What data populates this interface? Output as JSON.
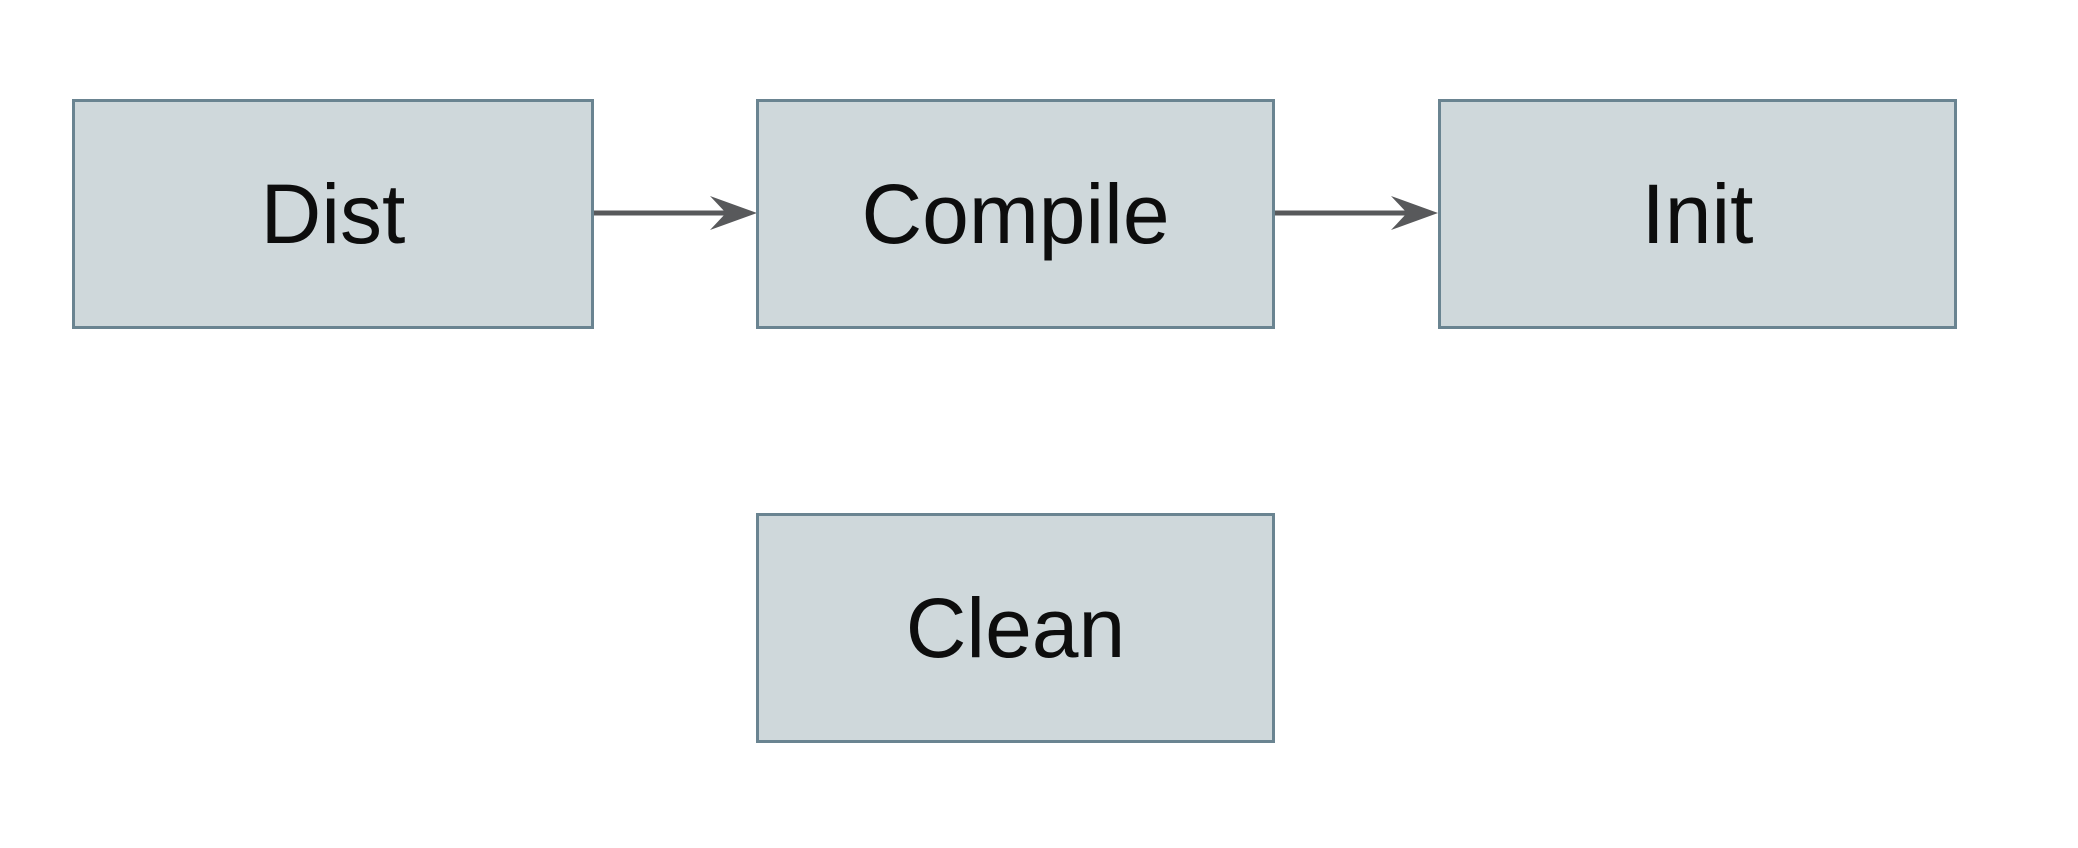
{
  "colors": {
    "background": "#ffffff",
    "node_fill": "#cfd8db",
    "node_border": "#6a8491",
    "node_text": "#0d0d0d",
    "arrow": "#58595b"
  },
  "diagram": {
    "type": "flowchart",
    "nodes": [
      {
        "id": "dist",
        "label": "Dist"
      },
      {
        "id": "compile",
        "label": "Compile"
      },
      {
        "id": "init",
        "label": "Init"
      },
      {
        "id": "clean",
        "label": "Clean"
      }
    ],
    "edges": [
      {
        "from": "dist",
        "to": "compile",
        "direction": "right"
      },
      {
        "from": "compile",
        "to": "init",
        "direction": "right"
      }
    ]
  }
}
